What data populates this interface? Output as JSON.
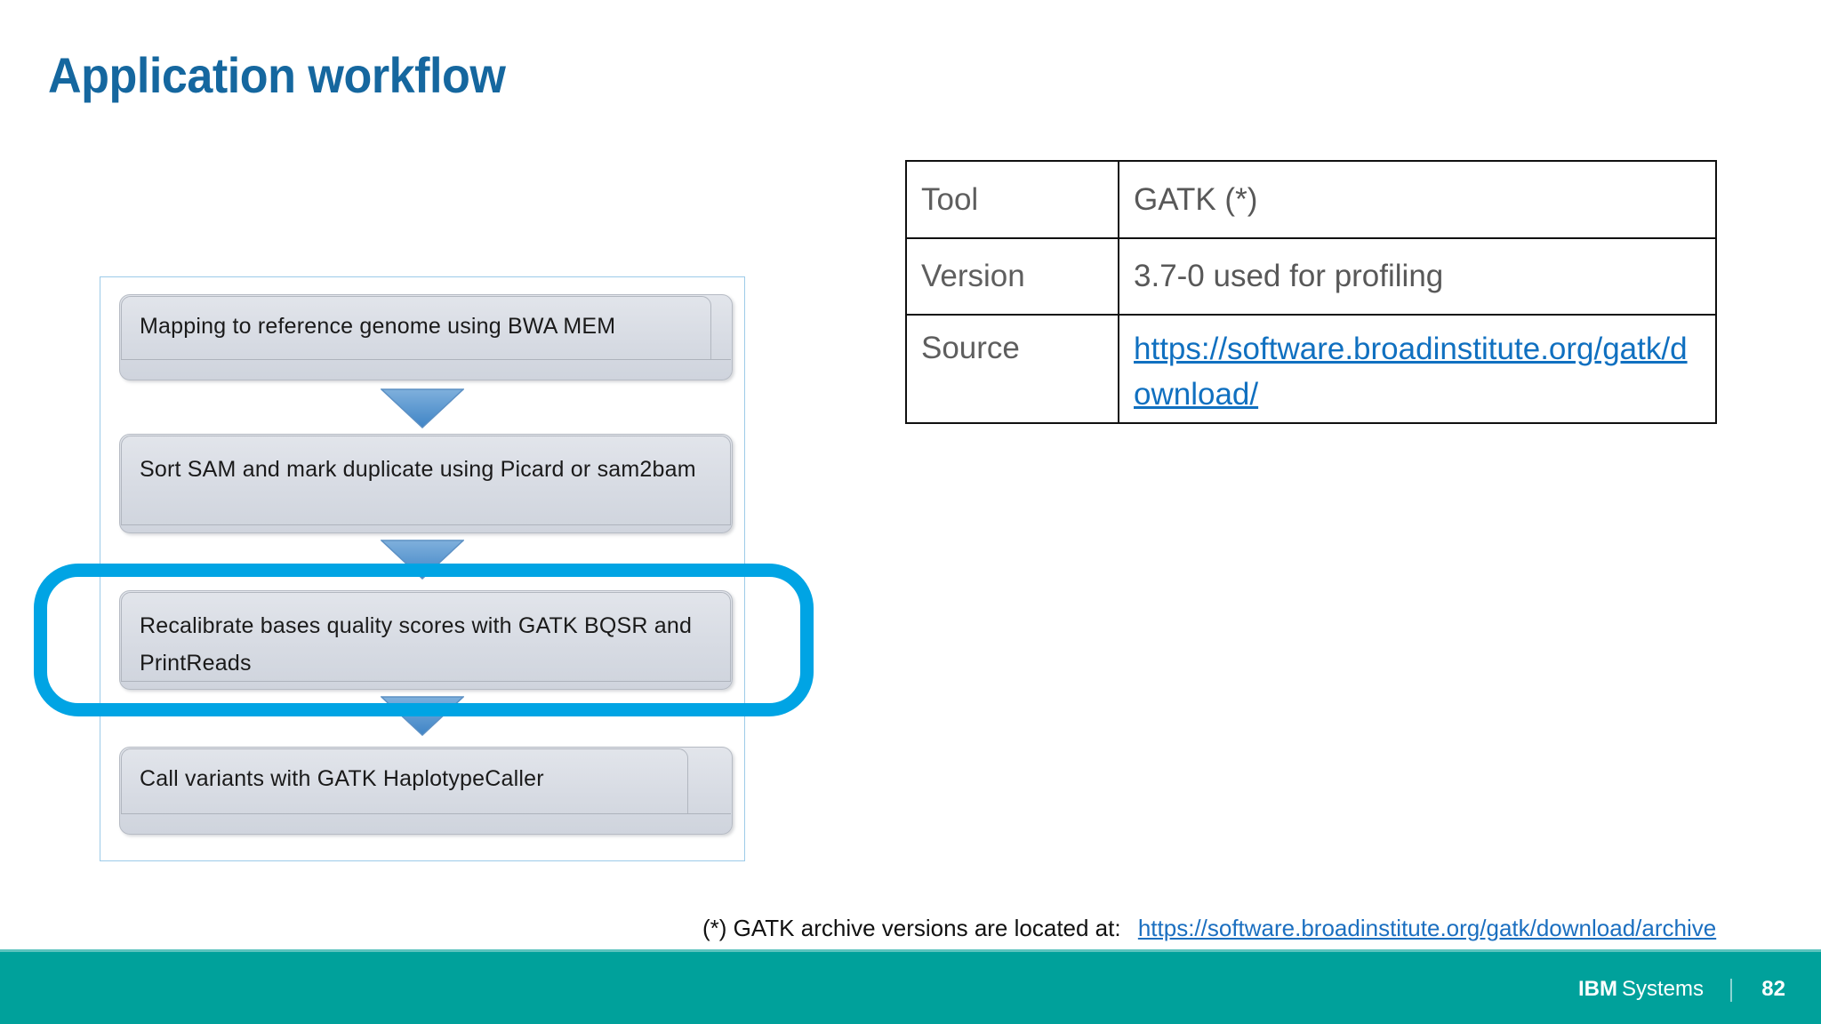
{
  "slide": {
    "title": "Application workflow",
    "accent_blue": "#15679F",
    "highlight_blue": "#00A4E4",
    "footer_teal": "#00A19B",
    "link_blue": "#1070C0"
  },
  "flowchart": {
    "steps": [
      {
        "label": "Mapping to reference genome using BWA MEM"
      },
      {
        "label": "Sort SAM and mark duplicate using Picard or sam2bam"
      },
      {
        "label": "Recalibrate bases quality scores with GATK BQSR and PrintReads"
      },
      {
        "label": "Call variants with GATK HaplotypeCaller"
      }
    ],
    "arrows": [
      {
        "name": "down-arrow-icon"
      },
      {
        "name": "down-arrow-icon"
      },
      {
        "name": "down-arrow-icon"
      }
    ],
    "highlighted_step_index": 2
  },
  "spec_table": {
    "rows": [
      {
        "label": "Tool",
        "value": "GATK (*)",
        "is_link": false
      },
      {
        "label": "Version",
        "value": "3.7-0 used for profiling",
        "is_link": false
      },
      {
        "label": "Source",
        "value": "https://software.broadinstitute.org/gatk/download/",
        "is_link": true
      }
    ]
  },
  "footnote": {
    "text": "(*) GATK archive versions are located at:",
    "link": "https://software.broadinstitute.org/gatk/download/archive"
  },
  "footer": {
    "brand_primary": "IBM",
    "brand_secondary": "Systems",
    "page_number": "82"
  }
}
